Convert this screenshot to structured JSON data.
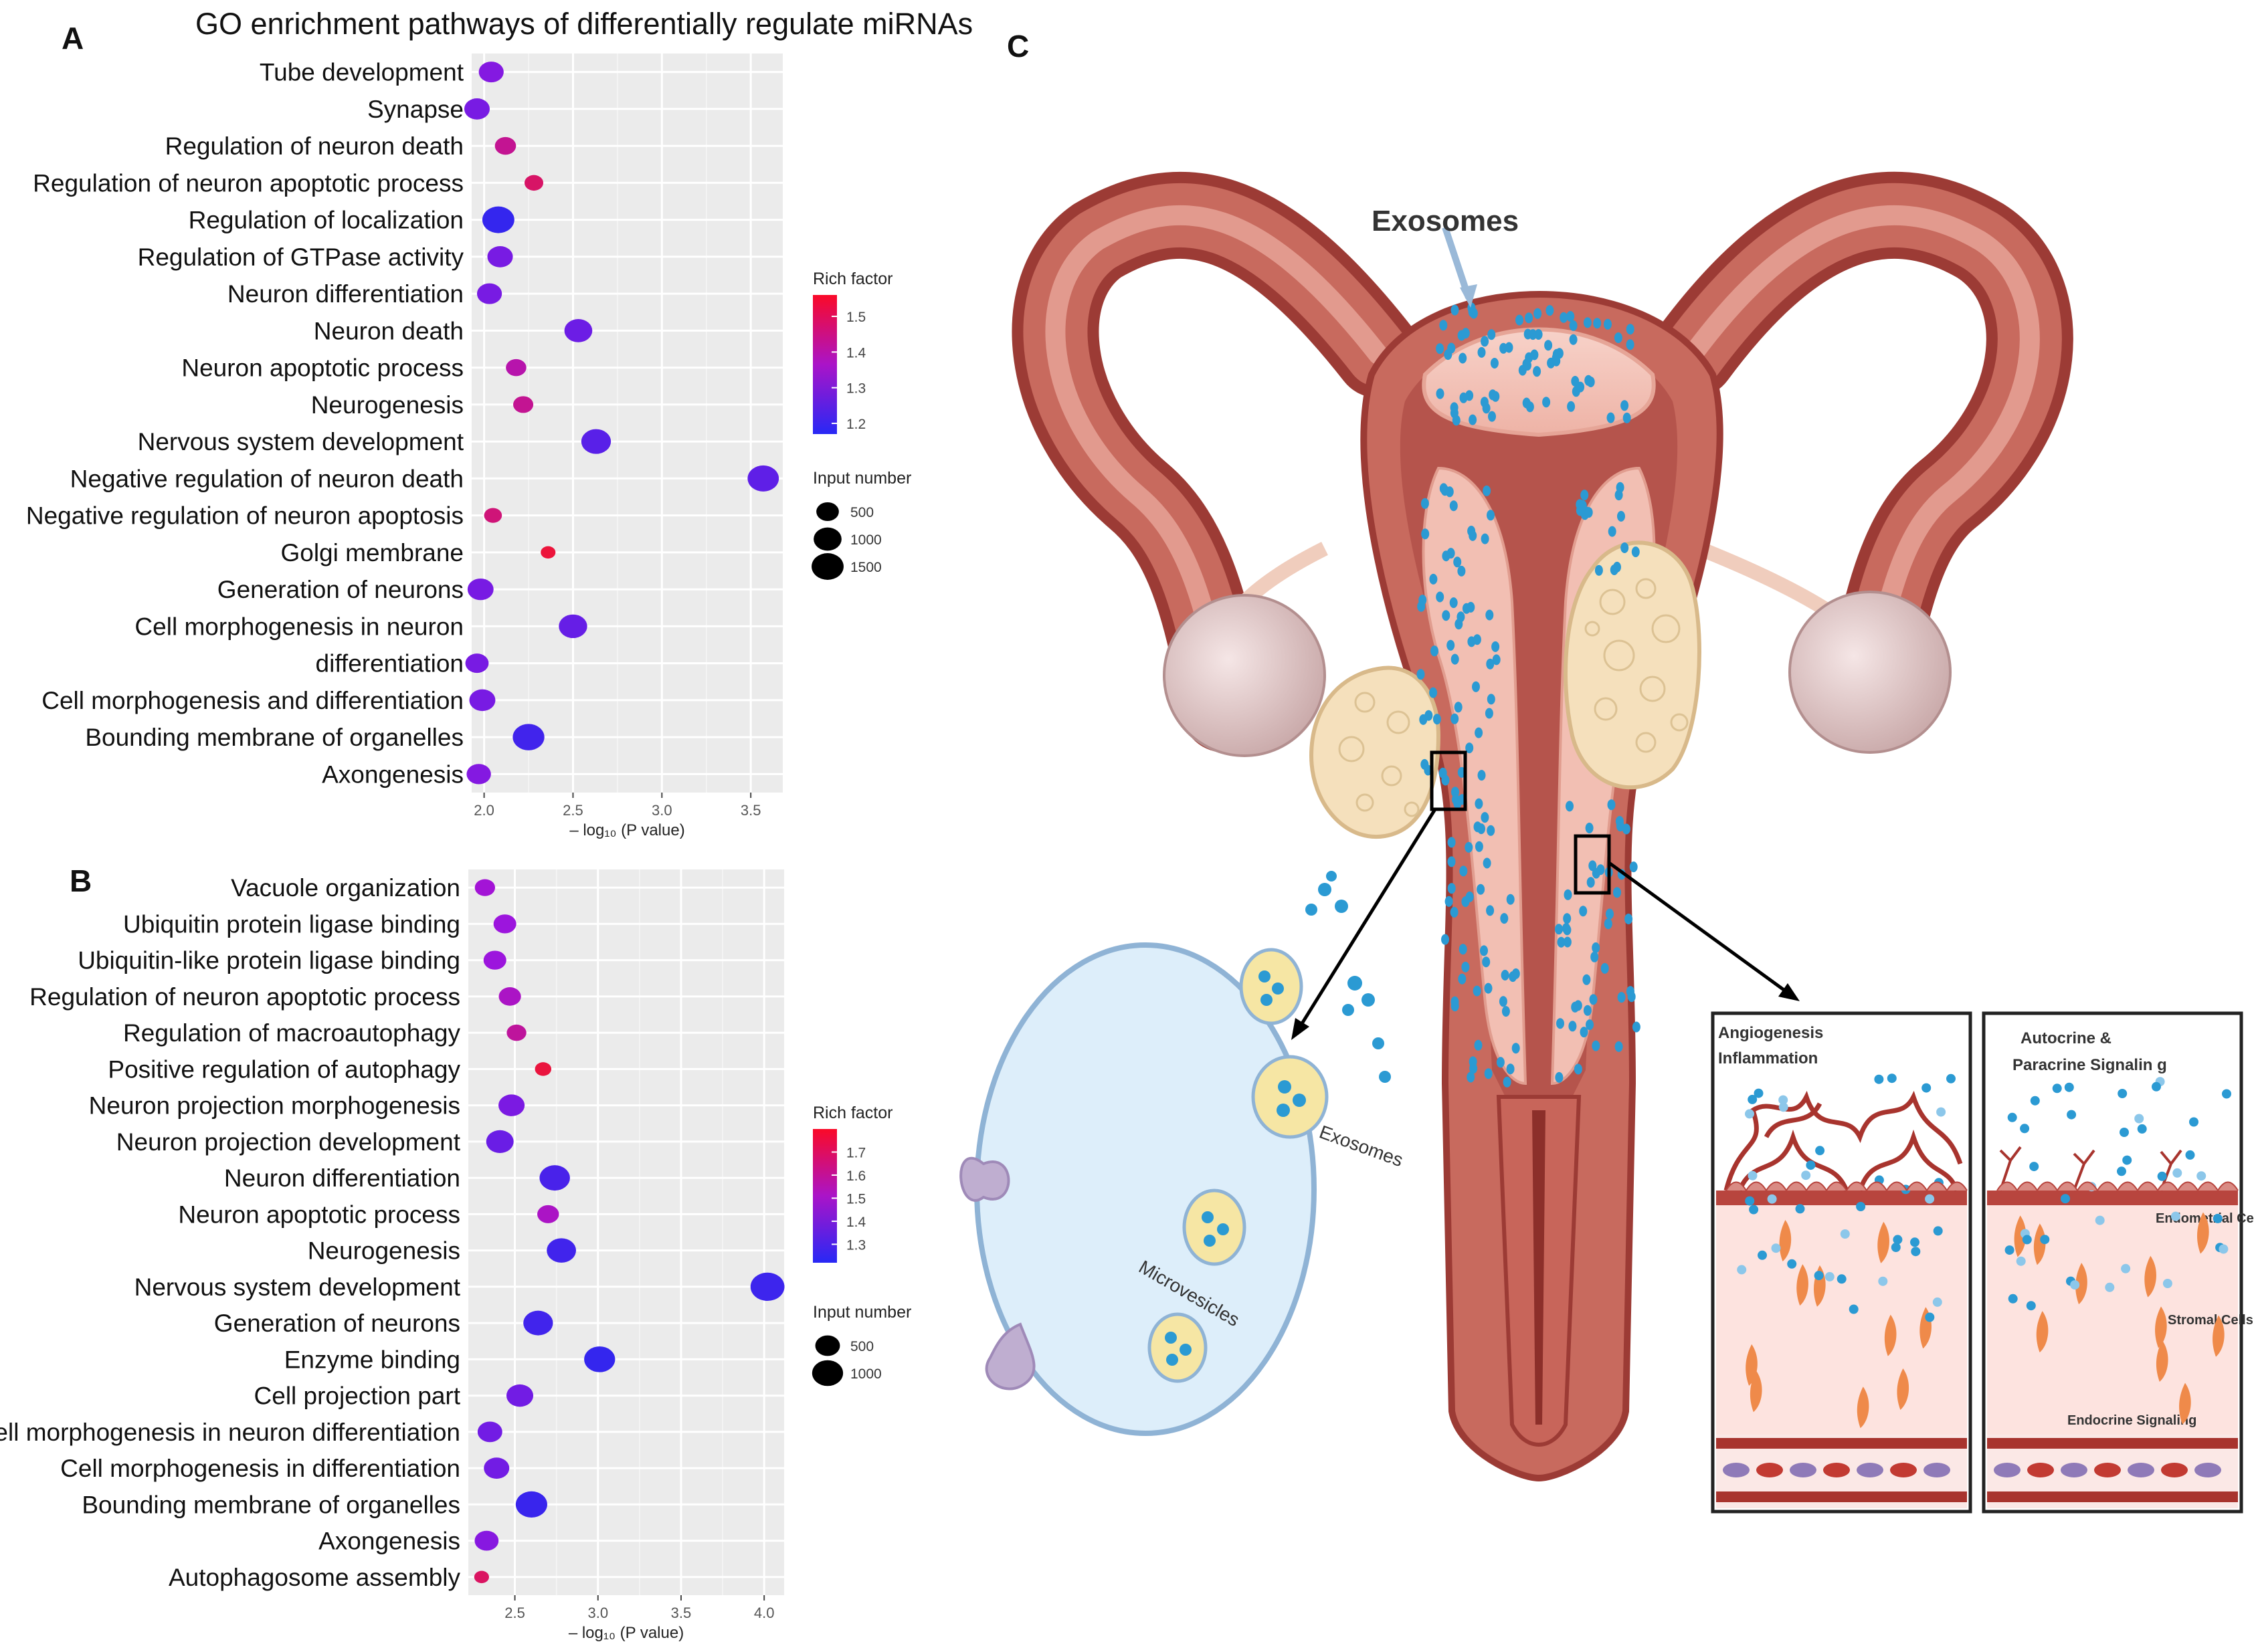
{
  "figure": {
    "panel_a_letter": "A",
    "panel_b_letter": "B",
    "panel_c_letter": "C",
    "title": "GO enrichment pathways of differentially regulate miRNAs"
  },
  "chart_data": [
    {
      "type": "scatter",
      "panel": "A",
      "xlabel": "– log₁₀ (P value)",
      "xlim": [
        1.93,
        3.68
      ],
      "xticks": [
        "2.0",
        "2.5",
        "3.0",
        "3.5"
      ],
      "grid": true,
      "legend_position": "right",
      "color_legend_title": "Rich factor",
      "color_range": [
        1.17,
        1.56
      ],
      "color_ticks": [
        "1.5",
        "1.4",
        "1.3",
        "1.2"
      ],
      "size_legend_title": "Input number",
      "size_ticks": [
        "500",
        "1000",
        "1500"
      ],
      "categories": [
        "Tube development",
        "Synapse",
        "Regulation of neuron death",
        "Regulation of neuron apoptotic process",
        "Regulation of localization",
        "Regulation of GTPase activity",
        "Neuron differentiation",
        "Neuron death",
        "Neuron apoptotic process",
        "Neurogenesis",
        "Nervous system development",
        "Negative regulation of neuron death",
        "Negative regulation of neuron apoptosis",
        "Golgi membrane",
        "Generation of neurons",
        "Cell morphogenesis in neuron",
        "differentiation",
        "Cell morphogenesis and differentiation",
        "Bounding membrane of organelles",
        "Axongenesis"
      ],
      "x": [
        2.04,
        1.96,
        2.12,
        2.28,
        2.08,
        2.09,
        2.03,
        2.53,
        2.18,
        2.22,
        2.63,
        3.57,
        2.05,
        2.36,
        1.98,
        2.5,
        1.96,
        1.99,
        2.25,
        1.97
      ],
      "rich_factor": [
        1.32,
        1.3,
        1.45,
        1.5,
        1.19,
        1.3,
        1.3,
        1.28,
        1.42,
        1.45,
        1.25,
        1.26,
        1.48,
        1.55,
        1.3,
        1.27,
        1.3,
        1.3,
        1.21,
        1.32
      ],
      "input_number": [
        700,
        750,
        400,
        250,
        1500,
        750,
        700,
        1000,
        350,
        330,
        1200,
        1400,
        200,
        80,
        800,
        1050,
        560,
        810,
        1450,
        650
      ]
    },
    {
      "type": "scatter",
      "panel": "B",
      "xlabel": "– log₁₀ (P value)",
      "xlim": [
        2.22,
        4.12
      ],
      "xticks": [
        "2.5",
        "3.0",
        "3.5",
        "4.0"
      ],
      "grid": true,
      "legend_position": "right",
      "color_legend_title": "Rich factor",
      "color_range": [
        1.22,
        1.8
      ],
      "color_ticks": [
        "1.7",
        "1.6",
        "1.5",
        "1.4",
        "1.3"
      ],
      "size_legend_title": "Input number",
      "size_ticks": [
        "500",
        "1000"
      ],
      "categories": [
        "Vacuole organization",
        "Ubiquitin protein ligase binding",
        "Ubiquitin-like protein ligase binding",
        "Regulation of neuron apoptotic process",
        "Regulation of macroautophagy",
        "Positive regulation of autophagy",
        "Neuron projection morphogenesis",
        "Neuron projection development",
        "Neuron differentiation",
        "Neuron apoptotic process",
        "Neurogenesis",
        "Nervous system development",
        "Generation of neurons",
        "Enzyme binding",
        "Cell projection part",
        "Cell morphogenesis in neuron differentiation",
        "Cell morphogenesis in differentiation",
        "Bounding membrane of organelles",
        "Axongenesis",
        "Autophagosome assembly"
      ],
      "x": [
        2.32,
        2.44,
        2.38,
        2.47,
        2.51,
        2.67,
        2.48,
        2.41,
        2.74,
        2.7,
        2.78,
        4.02,
        2.64,
        3.01,
        2.53,
        2.35,
        2.39,
        2.6,
        2.33,
        2.3
      ],
      "rich_factor": [
        1.52,
        1.5,
        1.5,
        1.55,
        1.62,
        1.78,
        1.42,
        1.38,
        1.3,
        1.55,
        1.28,
        1.27,
        1.28,
        1.25,
        1.4,
        1.4,
        1.4,
        1.26,
        1.45,
        1.72
      ],
      "input_number": [
        250,
        380,
        380,
        350,
        220,
        100,
        600,
        700,
        950,
        320,
        850,
        1300,
        880,
        1000,
        650,
        500,
        550,
        1050,
        450,
        60
      ]
    }
  ],
  "diagram": {
    "exosomes_label": "Exosomes",
    "inset_exosomes_label": "Exosomes",
    "microvesicles_label": "Microvesicles",
    "box1_title_line1": "Angiogenesis",
    "box1_title_line2": "Inflammation",
    "box2_title_line1": "Autocrine &",
    "box2_title_line2": "Paracrine Signalin g",
    "endometrial_label": "Endometrial Cells",
    "stromal_label": "Stromal Cells",
    "endocrine_label": "Endocrine Signaling",
    "colors": {
      "uterus_wall": "#c86a5e",
      "uterus_dark": "#9c3b35",
      "uterus_light": "#f0b3a8",
      "fibroid": "#f5e0bc",
      "ovary": "#e6cfcf",
      "exosome_dot": "#2b9ad3",
      "cell_bg": "#ddeefa",
      "vesicle": "#f6e6a4"
    }
  }
}
